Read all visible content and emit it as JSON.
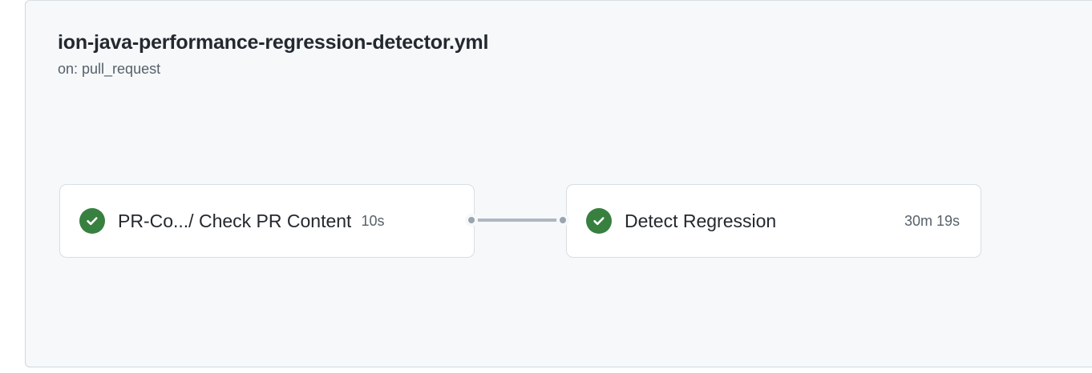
{
  "workflow": {
    "title": "ion-java-performance-regression-detector.yml",
    "trigger": "on: pull_request"
  },
  "colors": {
    "success": "#38803f",
    "card_background": "#f6f8fa",
    "card_border": "#d0d7de",
    "node_background": "#ffffff",
    "node_border": "#d8dee4",
    "edge": "#afb8c1",
    "handle": "#9aa4af",
    "text_primary": "#24292f",
    "text_muted": "#57606a"
  },
  "graph": {
    "nodes": [
      {
        "id": "check-pr-content",
        "label": "PR-Co.../ Check PR Content",
        "duration": "10s",
        "status": "success",
        "status_icon": "check-circle-icon"
      },
      {
        "id": "detect-regression",
        "label": "Detect Regression",
        "duration": "30m 19s",
        "status": "success",
        "status_icon": "check-circle-icon"
      }
    ],
    "edges": [
      {
        "from": "check-pr-content",
        "to": "detect-regression"
      }
    ]
  }
}
